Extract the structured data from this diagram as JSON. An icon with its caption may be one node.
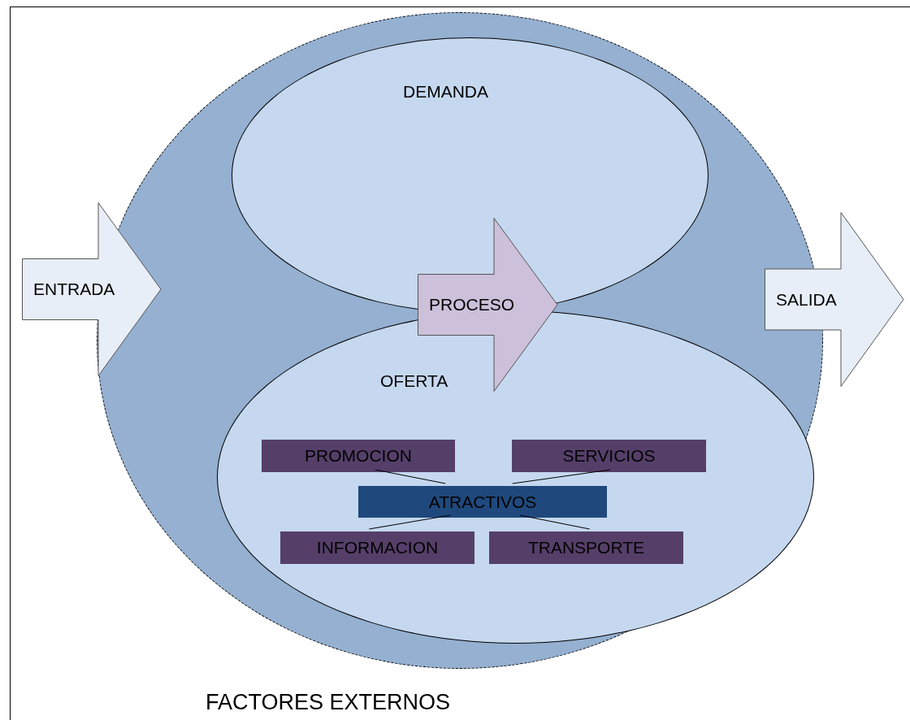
{
  "diagram": {
    "nodes": [
      {
        "text": [
          "FACTORES EXTERNOS"
        ]
      },
      {
        "text": [],
        "shape": "circle",
        "in": 0
      },
      {
        "text": [
          "DEMANDA"
        ],
        "in": 1
      },
      {
        "text": [
          "OFERTA"
        ],
        "in": 1
      },
      {
        "text": [
          "ENTRADA"
        ],
        "in": 0
      },
      {
        "text": [
          "PROCESO"
        ],
        "in": 1
      },
      {
        "text": [
          "SALIDA"
        ],
        "in": 0
      },
      {
        "text": [
          "PROMOCION"
        ],
        "in": 3
      },
      {
        "text": [
          "SERVICIOS"
        ],
        "in": 3
      },
      {
        "text": [
          "ATRACTIVOS"
        ],
        "in": 3
      },
      {
        "text": [
          "INFORMACION"
        ],
        "in": 3
      },
      {
        "text": [
          "TRANSPORTE"
        ],
        "in": 3
      }
    ],
    "edges": [
      {
        "from": 7,
        "to": 9,
        "arrow": "none"
      },
      {
        "from": 8,
        "to": 9,
        "arrow": "none"
      },
      {
        "from": 9,
        "to": 10,
        "arrow": "none"
      },
      {
        "from": 9,
        "to": 11,
        "arrow": "none"
      }
    ]
  }
}
